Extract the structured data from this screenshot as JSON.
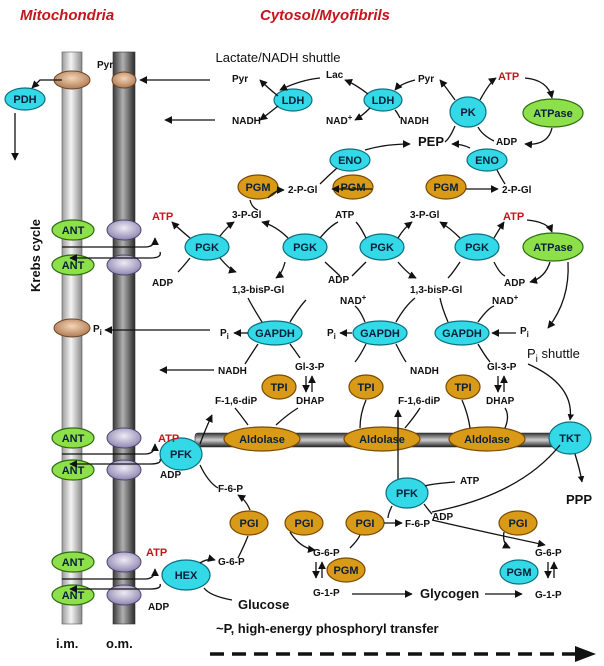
{
  "headers": {
    "mitochondria": "Mitochondria",
    "cytosol": "Cytosol/Myofibrils"
  },
  "side": {
    "krebs": "Krebs cycle",
    "im": "i.m.",
    "om": "o.m."
  },
  "shuttles": {
    "lactate": "Lactate/NADH shuttle",
    "pi": "P",
    "pi_sub": "i",
    "pi_rest": " shuttle"
  },
  "legend": "~P,  high-energy phosphoryl transfer",
  "enzymes": {
    "pdh": "PDH",
    "ldh": "LDH",
    "pk": "PK",
    "atpase": "ATPase",
    "eno": "ENO",
    "pgm": "PGM",
    "pgk": "PGK",
    "gapdh": "GAPDH",
    "tpi": "TPI",
    "aldolase": "Aldolase",
    "tkt": "TKT",
    "pfk": "PFK",
    "pgi": "PGI",
    "hex": "HEX",
    "ant": "ANT"
  },
  "metabolites": {
    "pyr": "Pyr",
    "lac": "Lac",
    "nadh": "NADH",
    "nad_plus": "NAD",
    "plus": "+",
    "pep": "PEP",
    "adp": "ADP",
    "atp": "ATP",
    "pg2": "2-P-Gl",
    "pg3": "3-P-Gl",
    "bpg": "1,3-bisP-Gl",
    "pi_main": "P",
    "pi_sub": "i",
    "gl3p": "Gl-3-P",
    "dhap": "DHAP",
    "fbp": "F-1,6-diP",
    "f6p": "F-6-P",
    "g6p": "G-6-P",
    "g1p": "G-1-P",
    "glucose": "Glucose",
    "glycogen": "Glycogen",
    "ppp": "PPP"
  },
  "colors": {
    "red": "#c4161c",
    "cyan": "#34d9e8",
    "gold": "#d99a18",
    "green": "#8ee04a"
  }
}
